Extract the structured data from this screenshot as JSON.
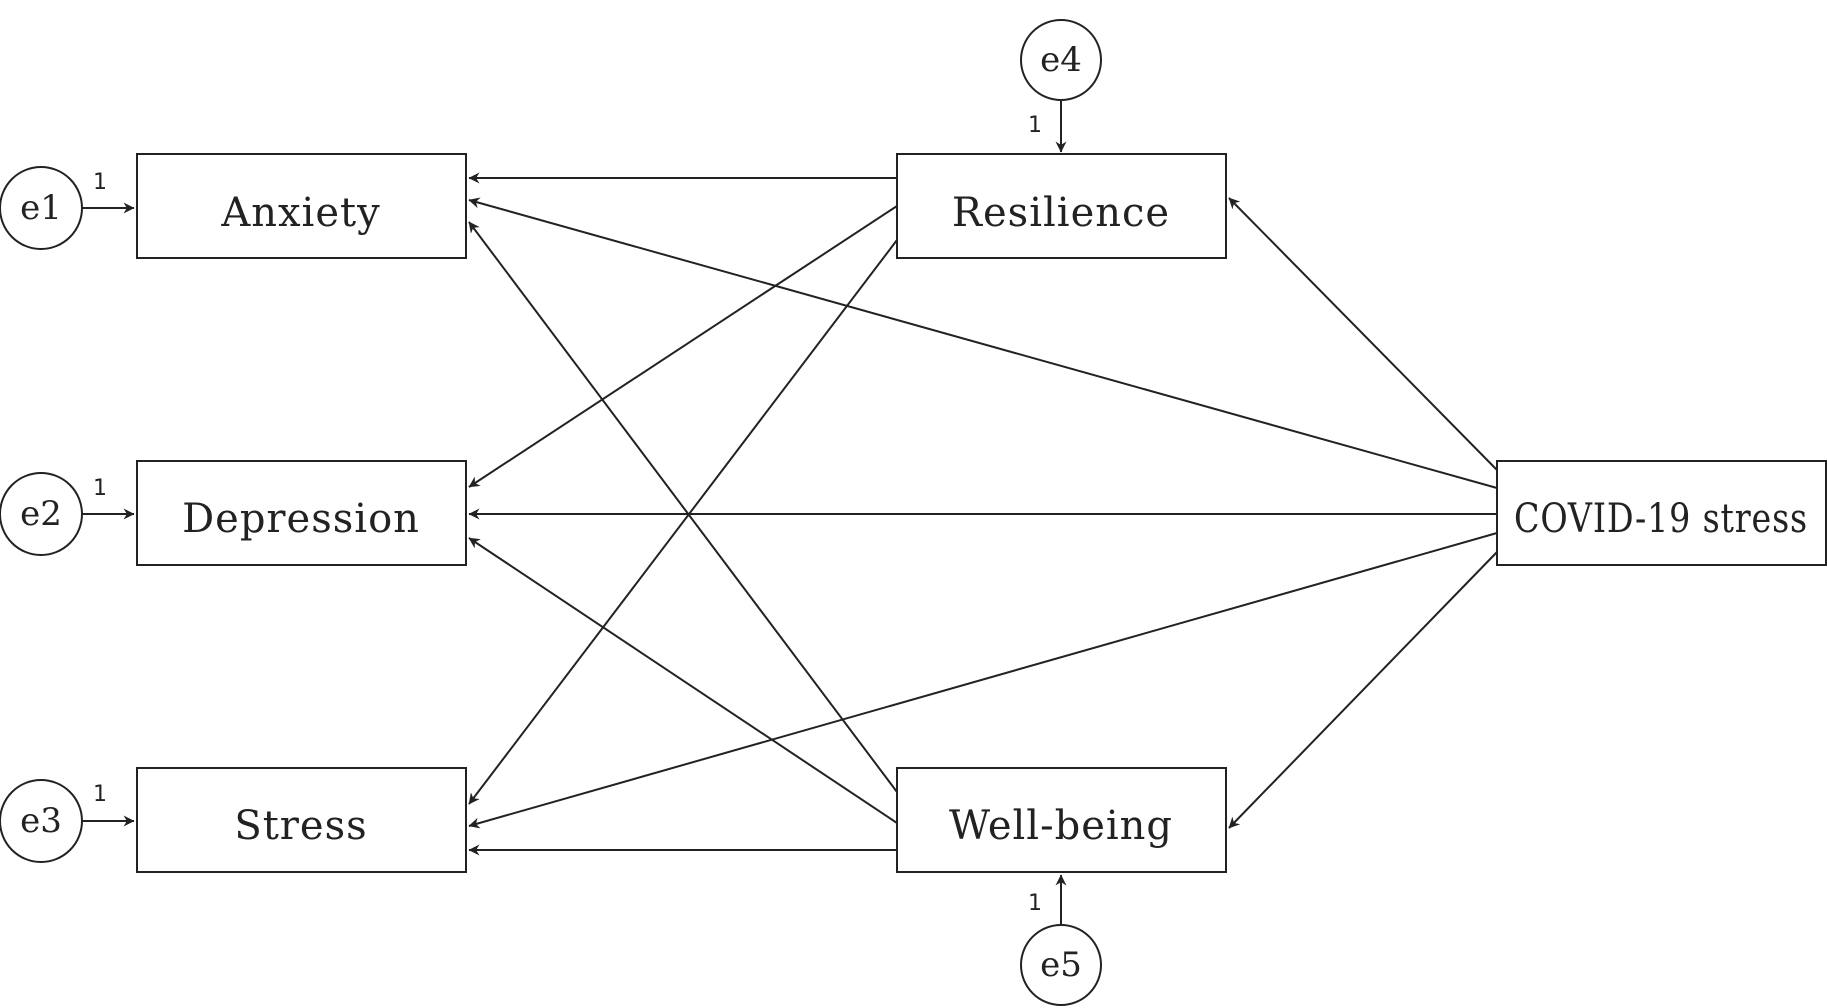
{
  "nodes": {
    "anxiety": "Anxiety",
    "depression": "Depression",
    "stress": "Stress",
    "resilience": "Resilience",
    "wellbeing": "Well-being",
    "covid": "COVID-19 stress"
  },
  "errors": {
    "e1": "e1",
    "e2": "e2",
    "e3": "e3",
    "e4": "e4",
    "e5": "e5"
  },
  "weights": {
    "e1": "1",
    "e2": "1",
    "e3": "1",
    "e4": "1",
    "e5": "1"
  },
  "paths": [
    {
      "from": "resilience",
      "to": "anxiety"
    },
    {
      "from": "resilience",
      "to": "depression"
    },
    {
      "from": "resilience",
      "to": "stress"
    },
    {
      "from": "wellbeing",
      "to": "anxiety"
    },
    {
      "from": "wellbeing",
      "to": "depression"
    },
    {
      "from": "wellbeing",
      "to": "stress"
    },
    {
      "from": "covid",
      "to": "anxiety"
    },
    {
      "from": "covid",
      "to": "depression"
    },
    {
      "from": "covid",
      "to": "stress"
    },
    {
      "from": "covid",
      "to": "resilience"
    },
    {
      "from": "covid",
      "to": "wellbeing"
    }
  ],
  "colors": {
    "stroke": "#222222",
    "background": "#ffffff"
  }
}
